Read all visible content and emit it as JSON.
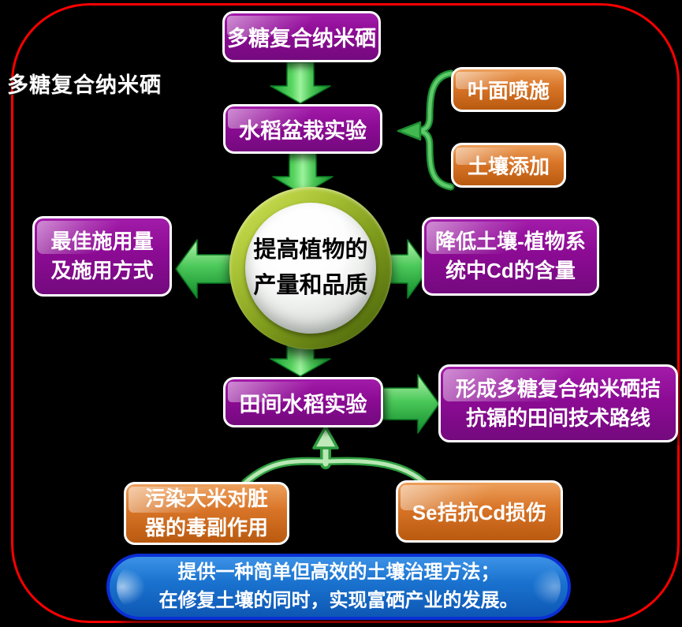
{
  "colors": {
    "background": "#000000",
    "frame_red": "#fe0000",
    "node_purple": "#8c0b94",
    "node_orange": "#d87427",
    "arrow_green": "#2fae46",
    "connector_green": "#5fca6b",
    "ring_olive": "#8fa81f",
    "pill_blue": "#1a73cf",
    "pill_border_blue": "#0a2fd4",
    "text_white": "#ffffff",
    "text_black": "#000000"
  },
  "watermark": "多糖复合纳米硒",
  "nodes": {
    "nano_se": "多糖复合纳米硒",
    "pot_experiment": "水稻盆栽实验",
    "foliar_spray": "叶面喷施",
    "soil_addition": "土壤添加",
    "goal_line1": "提高植物的",
    "goal_line2": "产量和品质",
    "dosage_line1": "最佳施用量",
    "dosage_line2": "及施用方式",
    "cd_reduction_line1": "降低土壤-植物系",
    "cd_reduction_line2": "统中Cd的含量",
    "field_experiment": "田间水稻实验",
    "route_line1": "形成多糖复合纳米硒拮",
    "route_line2": "抗镉的田间技术路线",
    "rice_toxicity_line1": "污染大米对脏",
    "rice_toxicity_line2": "器的毒副作用",
    "se_antagonism": "Se拮抗Cd损伤",
    "conclusion_line1": "提供一种简单但高效的土壤治理方法；",
    "conclusion_line2": "在修复土壤的同时，实现富硒产业的发展。"
  }
}
